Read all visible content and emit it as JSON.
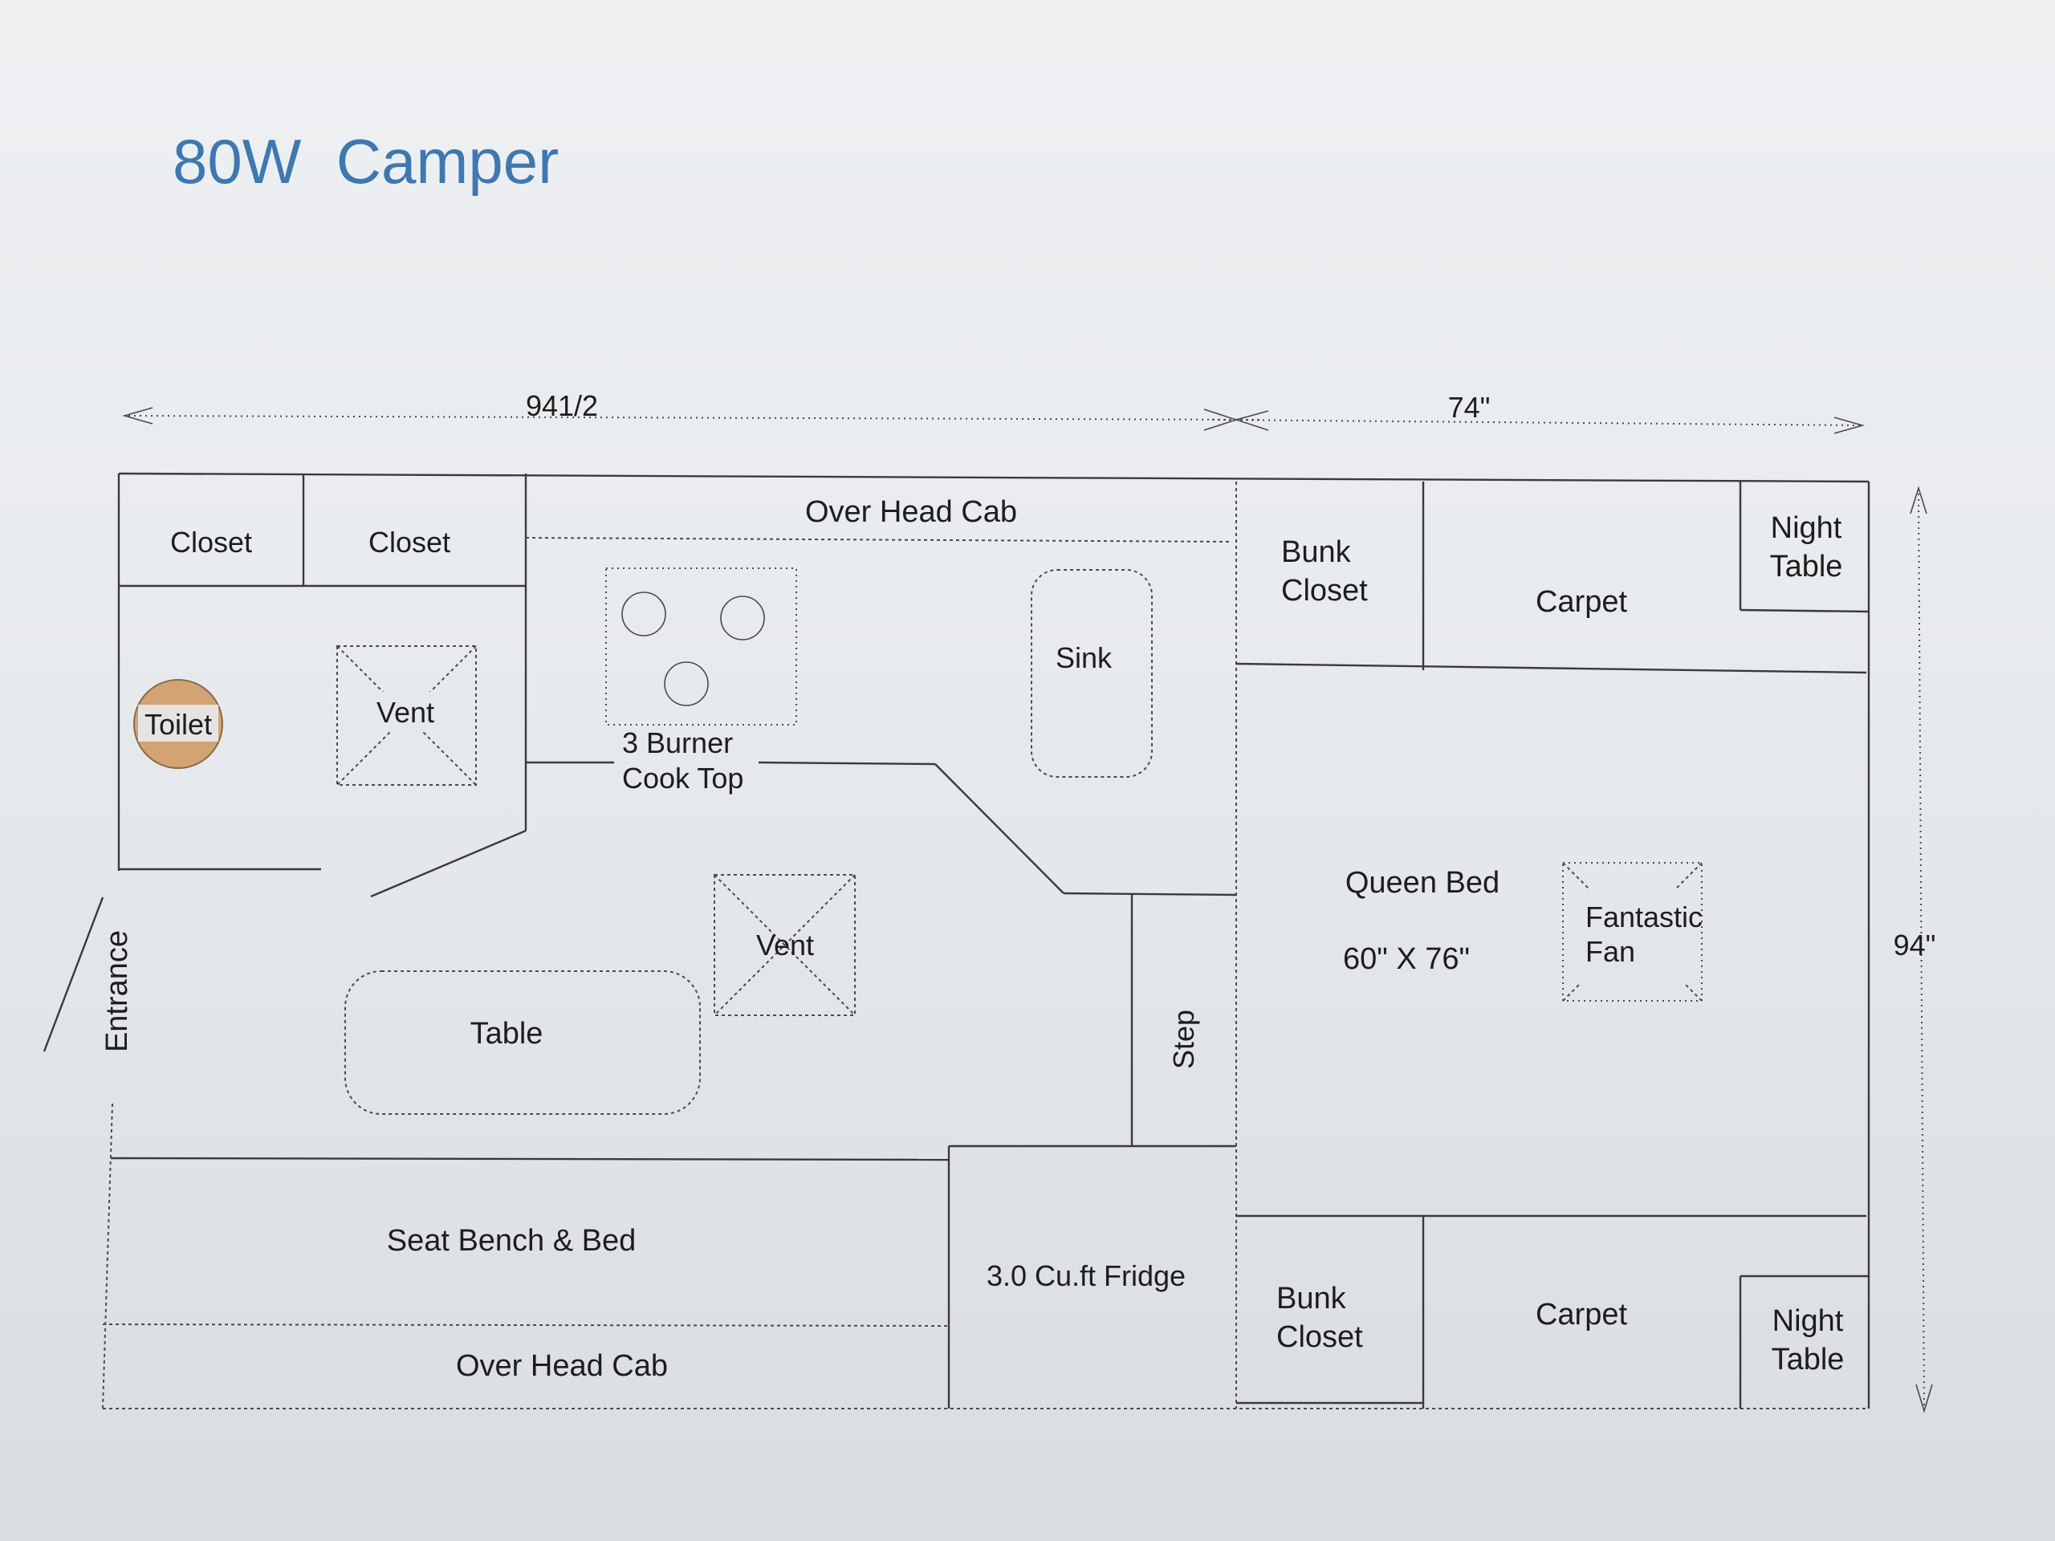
{
  "title": "80W  Camper",
  "dimensions": {
    "front_length": "941/2",
    "rear_length": "74\"",
    "width": "94\""
  },
  "rooms": {
    "closet_1": "Closet",
    "closet_2": "Closet",
    "over_head_cab_top": "Over Head Cab",
    "toilet": "Toilet",
    "vent_1": "Vent",
    "cook_top_line1": "3 Burner",
    "cook_top_line2": "Cook Top",
    "sink": "Sink",
    "entrance": "Entrance",
    "vent_2": "Vent",
    "table": "Table",
    "step": "Step",
    "seat_bench": "Seat Bench & Bed",
    "over_head_cab_bottom": "Over Head Cab",
    "fridge": "3.0 Cu.ft Fridge",
    "bunk_closet_top_line1": "Bunk",
    "bunk_closet_top_line2": "Closet",
    "carpet_top": "Carpet",
    "night_table_top_line1": "Night",
    "night_table_top_line2": "Table",
    "queen_bed": "Queen Bed",
    "queen_bed_size": "60\" X 76\"",
    "fan_line1": "Fantastic",
    "fan_line2": "Fan",
    "bunk_closet_bottom_line1": "Bunk",
    "bunk_closet_bottom_line2": "Closet",
    "carpet_bottom": "Carpet",
    "night_table_bottom_line1": "Night",
    "night_table_bottom_line2": "Table"
  },
  "colors": {
    "title": "#3f78b0",
    "toilet_fill": "#d4a373",
    "lines": "#3a3a3a"
  }
}
